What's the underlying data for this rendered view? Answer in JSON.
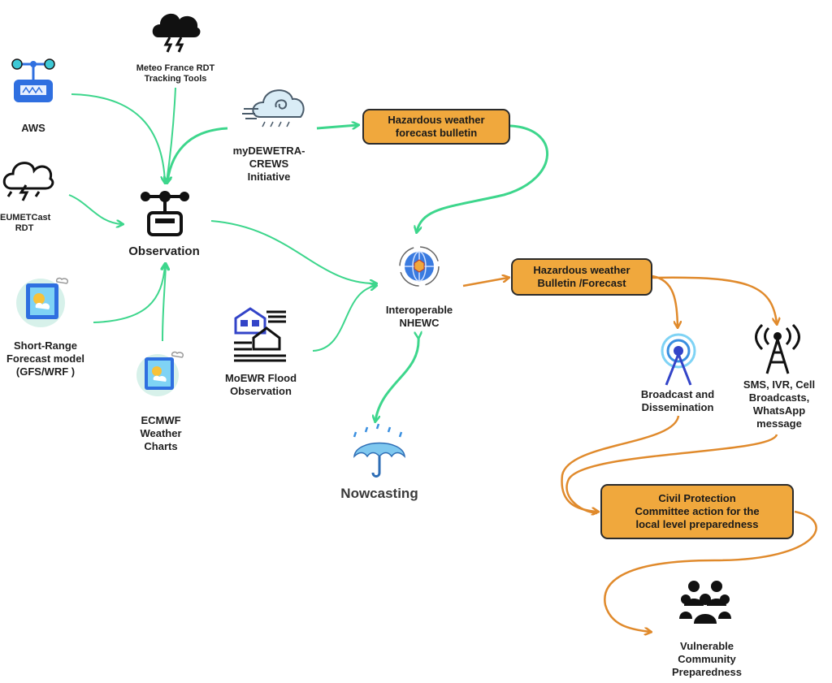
{
  "nodes": {
    "aws": "AWS",
    "meteo_france": "Meteo France RDT\nTracking Tools",
    "eumetcast": "EUMETCast\nRDT",
    "observation": "Observation",
    "short_range": "Short-Range\nForecast  model\n(GFS/WRF )",
    "ecmwf": "ECMWF\nWeather\nCharts",
    "mydewetra": "myDEWETRA-\nCREWS\nInitiative",
    "moewr": "MoEWR Flood\nObservation",
    "nhewc": "Interoperable\nNHEWC",
    "nowcasting": "Nowcasting",
    "hazard_bulletin_1": "Hazardous weather\nforecast bulletin",
    "hazard_bulletin_2": "Hazardous weather\nBulletin /Forecast",
    "broadcast": "Broadcast and\nDissemination",
    "sms": "SMS, IVR, Cell\nBroadcasts,\nWhatsApp\nmessage",
    "civil_protection": "Civil Protection\nCommittee  action for the\nlocal level preparedness",
    "vulnerable": "Vulnerable\nCommunity\nPreparedness"
  },
  "colors": {
    "green_arrow": "#3dd68c",
    "orange_arrow": "#e08a2c",
    "orange_box": "#f0a83d",
    "icon_blue": "#2f6fe0",
    "icon_dark": "#1a1a1a"
  },
  "icons": [
    "wind-sensor-icon",
    "storm-cloud-icon",
    "radar-cloud-icon",
    "weather-station-icon",
    "weather-tablet-icon",
    "wind-rain-icon",
    "flood-house-icon",
    "globe-network-icon",
    "umbrella-rain-icon",
    "broadcast-tower-icon",
    "cell-tower-icon",
    "community-people-icon"
  ]
}
